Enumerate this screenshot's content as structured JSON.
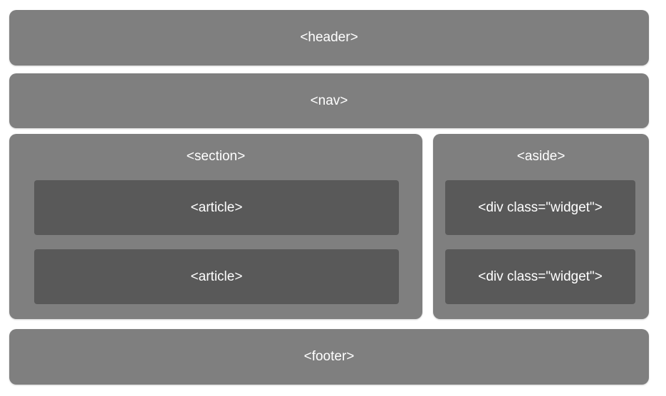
{
  "diagram": {
    "header_label": "<header>",
    "nav_label": "<nav>",
    "section": {
      "label": "<section>",
      "articles": [
        "<article>",
        "<article>"
      ]
    },
    "aside": {
      "label": "<aside>",
      "widgets": [
        "<div class=\"widget\">",
        "<div class=\"widget\">"
      ]
    },
    "footer_label": "<footer>",
    "colors": {
      "outer_box": "#7f7f7f",
      "inner_box": "#595959",
      "text": "#ffffff",
      "background": "#ffffff"
    }
  }
}
